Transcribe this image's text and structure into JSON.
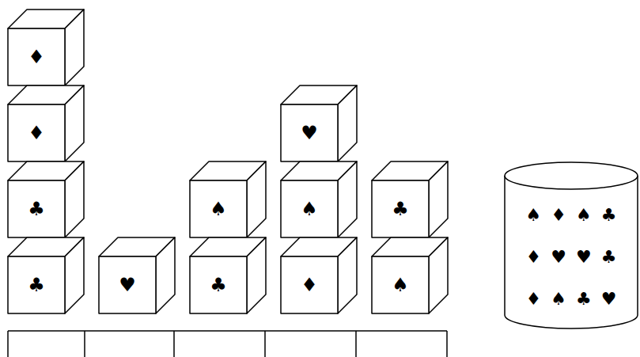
{
  "diagram": {
    "nodes": [
      {
        "text": [
          "♦"
        ]
      },
      {
        "text": [
          "♦"
        ]
      },
      {
        "text": [
          "♣"
        ]
      },
      {
        "text": [
          "♣"
        ]
      },
      {
        "text": [
          "♥"
        ]
      },
      {
        "text": [
          "♠"
        ]
      },
      {
        "text": [
          "♣"
        ]
      },
      {
        "text": [
          "♥"
        ]
      },
      {
        "text": [
          "♠"
        ]
      },
      {
        "text": [
          "♦"
        ]
      },
      {
        "text": [
          "♣"
        ]
      },
      {
        "text": [
          "♠"
        ]
      },
      {
        "text": [
          "♠♦♠♣",
          "♦♥♥♣",
          "♦♠♣♥"
        ]
      }
    ]
  }
}
